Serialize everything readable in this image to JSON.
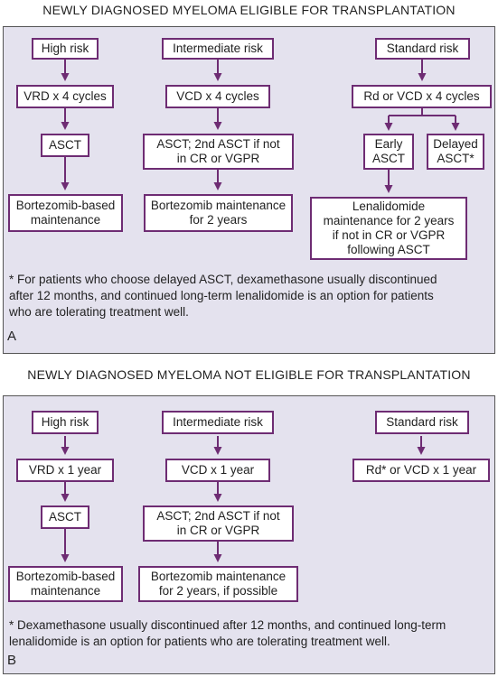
{
  "panel_a": {
    "title": "NEWLY DIAGNOSED MYELOMA ELIGIBLE FOR TRANSPLANTATION",
    "high_risk": "High risk",
    "intermediate_risk": "Intermediate risk",
    "standard_risk": "Standard risk",
    "high_regimen": "VRD x 4 cycles",
    "intermediate_regimen": "VCD x 4 cycles",
    "standard_regimen": "Rd or VCD x 4 cycles",
    "high_transplant": "ASCT",
    "intermediate_transplant": "ASCT; 2nd ASCT if not\nin CR or VGPR",
    "early_asct": "Early\nASCT",
    "delayed_asct": "Delayed\nASCT*",
    "high_maintenance": "Bortezomib-based\nmaintenance",
    "intermediate_maintenance": "Bortezomib maintenance\nfor 2 years",
    "standard_maintenance": "Lenalidomide\nmaintenance for 2 years\nif not in CR or VGPR\nfollowing ASCT",
    "footnote": "* For patients who choose delayed ASCT, dexamethasone usually discontinued\nafter 12 months, and continued long-term lenalidomide is an option for patients\nwho are tolerating treatment well.",
    "label": "A"
  },
  "panel_b": {
    "title": "NEWLY DIAGNOSED MYELOMA NOT ELIGIBLE FOR TRANSPLANTATION",
    "high_risk": "High risk",
    "intermediate_risk": "Intermediate risk",
    "standard_risk": "Standard risk",
    "high_regimen": "VRD x 1 year",
    "intermediate_regimen": "VCD x 1 year",
    "standard_regimen": "Rd* or VCD x 1 year",
    "high_transplant": "ASCT",
    "intermediate_transplant": "ASCT; 2nd ASCT if not\nin CR or VGPR",
    "high_maintenance": "Bortezomib-based\nmaintenance",
    "intermediate_maintenance": "Bortezomib maintenance\nfor 2 years, if possible",
    "footnote": "* Dexamethasone usually discontinued after 12 months, and continued long-term\nlenalidomide is an option for patients who are tolerating treatment well.",
    "label": "B"
  },
  "colors": {
    "panel_bg": "#e4e2ee",
    "box_border": "#6e2c73",
    "arrow": "#6e2c73"
  }
}
